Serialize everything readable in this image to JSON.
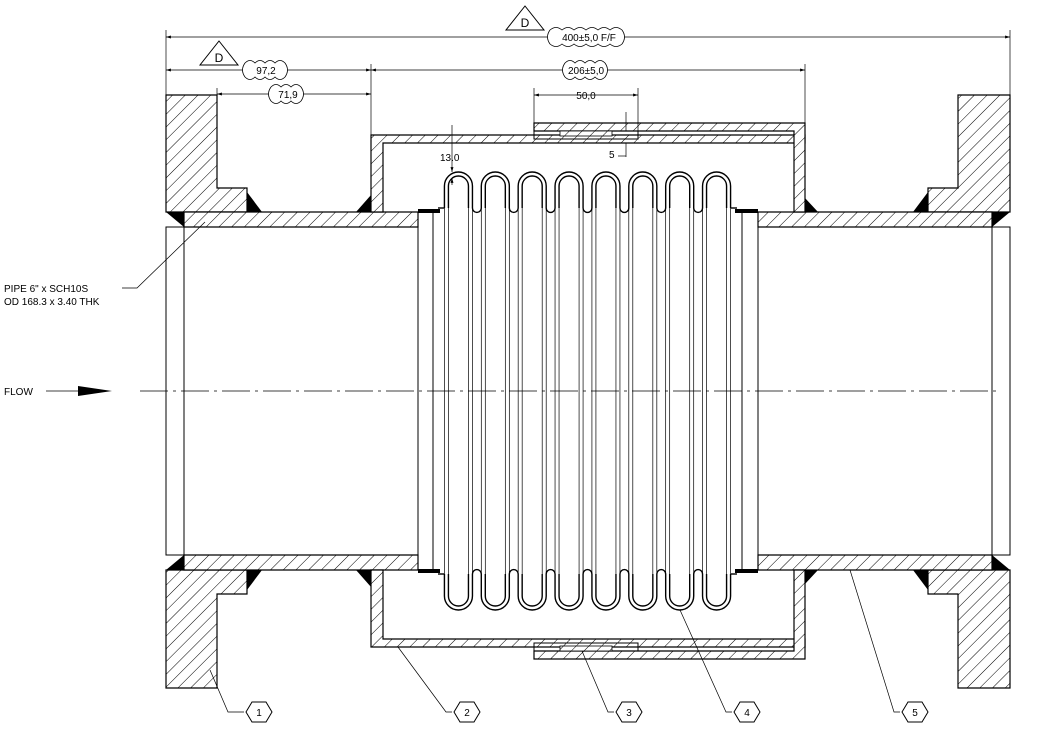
{
  "dimensions": {
    "overall": "400±5,0 F/F",
    "flange_to_sleeve": "97,2",
    "flange_face": "71,9",
    "sleeve_length": "206±5,0",
    "inner_sleeve": "50,0",
    "convolution_height": "13.0",
    "gap": "5"
  },
  "revision_tags": [
    "D",
    "D"
  ],
  "pipe_note": {
    "line1": "PIPE 6\" x SCH10S",
    "line2": "OD 168.3 x 3.40 THK"
  },
  "flow_label": "FLOW",
  "item_balloons": [
    "1",
    "2",
    "3",
    "4",
    "5"
  ]
}
